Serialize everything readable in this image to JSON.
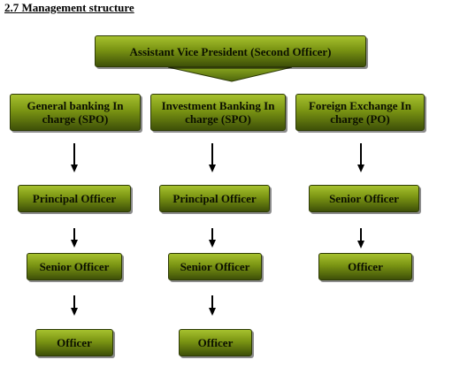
{
  "title": "2.7 Management structure",
  "colors": {
    "box_top": "#a6c12e",
    "box_bottom": "#3e5008",
    "border": "#2d3a06",
    "arrow": "#000000"
  },
  "top": {
    "label": "Assistant Vice President (Second Officer)"
  },
  "columns": [
    {
      "head": "General banking In charge (SPO)",
      "nodes": [
        "Principal Officer",
        "Senior Officer",
        "Officer"
      ]
    },
    {
      "head": "Investment Banking In charge (SPO)",
      "nodes": [
        "Principal Officer",
        "Senior Officer",
        "Officer"
      ]
    },
    {
      "head": "Foreign Exchange In charge (PO)",
      "nodes": [
        "Senior Officer",
        "Officer"
      ]
    }
  ]
}
